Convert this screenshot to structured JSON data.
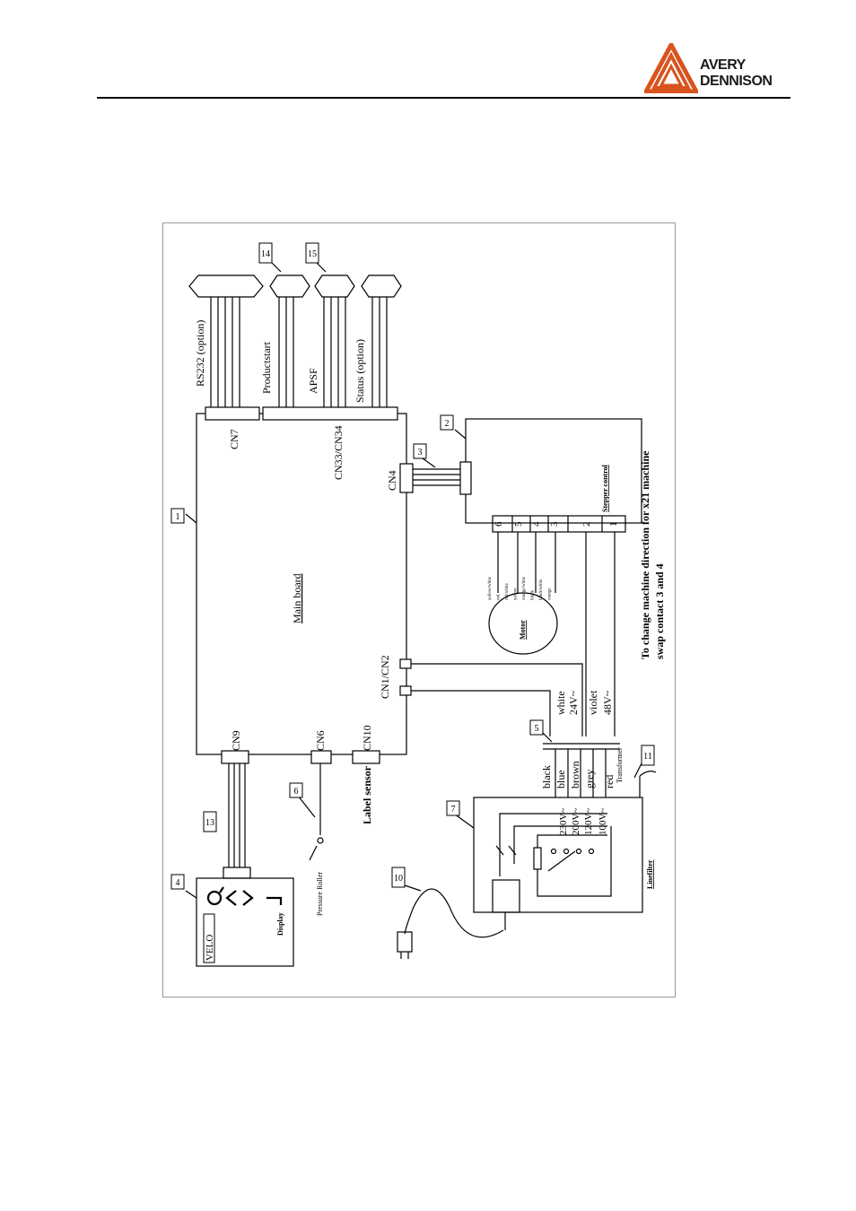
{
  "logo": {
    "line1": "AVERY",
    "line2": "DENNISON",
    "color": "#d9531e"
  },
  "diagram": {
    "connectors": {
      "cn7": "CN7",
      "cn33_cn34": "CN33/CN34",
      "cn4": "CN4",
      "cn1_cn2": "CN1/CN2",
      "cn9": "CN9",
      "cn6": "CN6",
      "cn10": "CN10"
    },
    "labels": {
      "main_board": "Main board",
      "stepper_control": "Stepper control",
      "motor": "Motor",
      "rs232": "RS232 (option)",
      "productstart": "Productstart",
      "apsf": "APSF",
      "status": "Status (option)",
      "label_sensor": "Label sensor",
      "pressure_roller": "Pressure Roller",
      "display": "Display",
      "velo": "VELO",
      "linefilter": "Linefilter",
      "transformer": "Transformer",
      "note_line1": "To change machine direction for x21 machine",
      "note_line2": "swap contact 3 and 4"
    },
    "wires_secondary": [
      "white",
      "24V~",
      "violet",
      "48V~"
    ],
    "wires_primary": [
      "black",
      "blue",
      "brown",
      "grey",
      "red"
    ],
    "voltages": [
      "230V~",
      "200V~",
      "120V~",
      "100V~"
    ],
    "motor_wires": [
      "yellow/white",
      "red",
      "red/white",
      "yellow",
      "orange/white",
      "black",
      "black/white",
      "orange"
    ],
    "stepper_pins": [
      "6",
      "5",
      "4",
      "3",
      "2",
      "1"
    ],
    "callouts": {
      "c1": "1",
      "c2": "2",
      "c3": "3",
      "c4": "4",
      "c5": "5",
      "c6": "6",
      "c7": "7",
      "c10": "10",
      "c11": "11",
      "c13": "13",
      "c14": "14",
      "c15": "15"
    }
  }
}
